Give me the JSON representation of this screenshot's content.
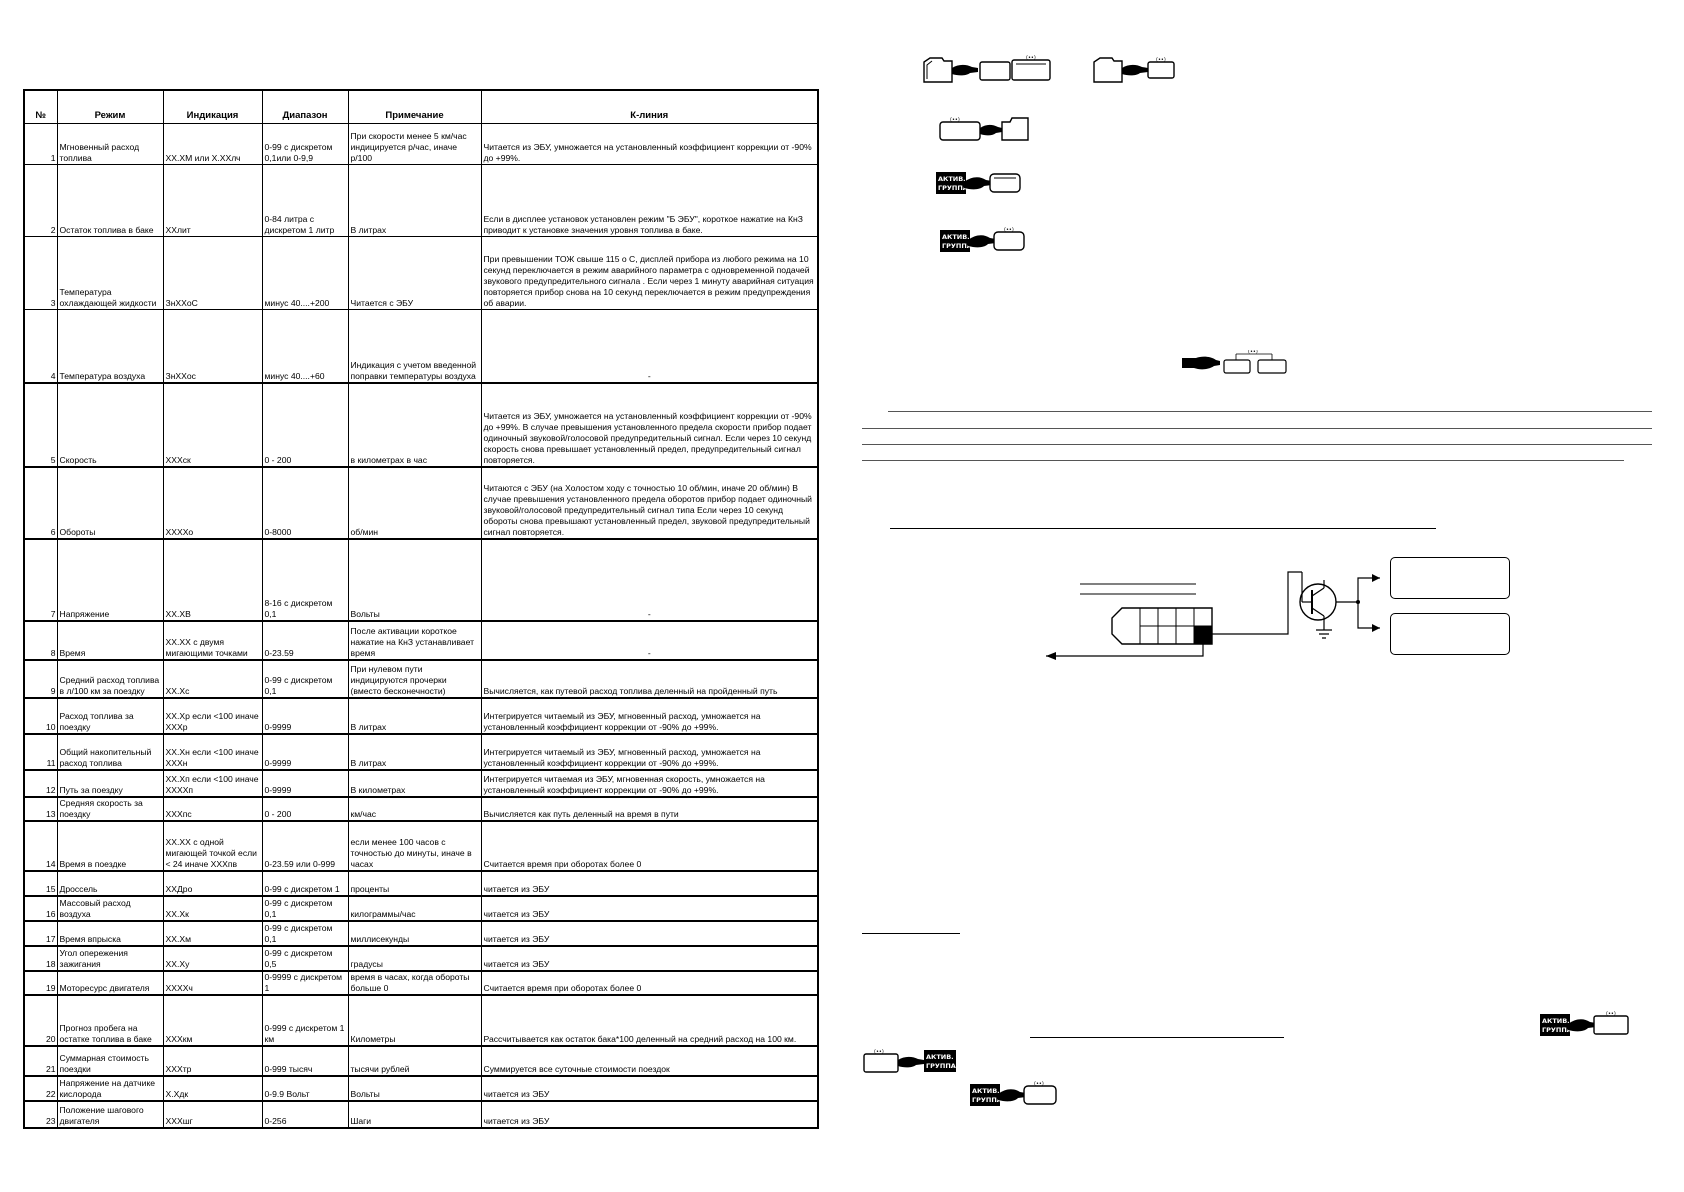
{
  "table": {
    "headers": [
      "№",
      "Режим",
      "Индикация",
      "Диапазон",
      "Примечание",
      "К-линия"
    ],
    "rows": [
      {
        "n": "1",
        "mode": "Мгновенный расход топлива",
        "ind": "XX.XМ или X.XXлч",
        "range": "0-99 с дискретом 0,1или 0-9,9",
        "note": "При скорости менее 5 км/час индицируется р/час, иначе р/100",
        "kline": "Читается из ЭБУ, умножается на установленный коэффициент коррекции от -90% до +99%."
      },
      {
        "n": "2",
        "mode": "Остаток топлива в баке",
        "ind": "XXлит",
        "range": "0-84 литра с дискретом 1 литр",
        "note": "В литрах",
        "kline": "Если в дисплее установок установлен режим \"Б ЭБУ\", короткое нажатие на КнЗ приводит к установке значения уровня топлива в баке."
      },
      {
        "n": "3",
        "mode": "Температура охлаждающей жидкости",
        "ind": "ЗнXXоС",
        "range": "минус 40....+200",
        "note": "Читается с ЭБУ",
        "kline": "При превышении ТОЖ свыше 115 о С, дисплей прибора из любого режима на 10 секунд переключается в режим аварийного параметра с одновременной подачей звукового предупредительного сигнала . Если через 1 минуту аварийная ситуация повторяется прибор снова на 10 секунд переключается в режим предупреждения об аварии."
      },
      {
        "n": "4",
        "mode": "Температура воздуха",
        "ind": "ЗнXXос",
        "range": "минус 40....+60",
        "note": "Индикация с учетом введенной поправки температуры воздуха",
        "kline": "-"
      },
      {
        "n": "5",
        "mode": "Скорость",
        "ind": "XXXск",
        "range": "0 - 200",
        "note": "в километрах в час",
        "kline": "Читается из ЭБУ, умножается на установленный коэффициент коррекции от -90% до +99%. В случае превышения установленного предела скорости прибор подает одиночный звуковой/голосовой предупредительный сигнал. Если через 10 секунд скорость снова превышает установленный предел, предупредительный сигнал повторяется."
      },
      {
        "n": "6",
        "mode": "Обороты",
        "ind": "XXXXо",
        "range": "0-8000",
        "note": "об/мин",
        "kline": "Читаются с ЭБУ (на Холостом ходу с точностью 10 об/мин, иначе 20 об/мин) В случае превышения установленного предела оборотов прибор подает одиночный звуковой/голосовой предупредительный сигнал типа Если через 10 секунд обороты снова превышают установленный предел, звуковой предупредительный сигнал повторяется."
      },
      {
        "n": "7",
        "mode": "Напряжение",
        "ind": "XX.XВ",
        "range": "8-16 с дискретом 0,1",
        "note": "Вольты",
        "kline": "-"
      },
      {
        "n": "8",
        "mode": "Время",
        "ind": "XX.XX с двумя мигающими точками",
        "range": "0-23.59",
        "note": "После активации короткое нажатие на КнЗ устанавливает время",
        "kline": "-"
      },
      {
        "n": "9",
        "mode": "Средний расход топлива в л/100 км за поездку",
        "ind": "XX.Xс",
        "range": "0-99 с дискретом 0,1",
        "note": "При нулевом пути индицируются прочерки (вместо бесконечности)",
        "kline": "Вычисляется, как путевой расход топлива деленный на пройденный путь"
      },
      {
        "n": "10",
        "mode": "Расход топлива за поездку",
        "ind": "XX.Xр если <100 иначе XXXр",
        "range": "0-9999",
        "note": "В литрах",
        "kline": "Интегрируется читаемый из ЭБУ, мгновенный расход, умножается на установленный коэффициент коррекции от -90% до +99%."
      },
      {
        "n": "11",
        "mode": "Общий накопительный расход топлива",
        "ind": "XX.Xн если <100 иначе XXXн",
        "range": "0-9999",
        "note": "В литрах",
        "kline": "Интегрируется читаемый из ЭБУ, мгновенный расход, умножается на установленный коэффициент коррекции от -90% до +99%."
      },
      {
        "n": "12",
        "mode": "Путь за поездку",
        "ind": "XX.Xп если <100 иначе XXXXп",
        "range": "0-9999",
        "note": "В километрах",
        "kline": "Интегрируется читаемая из ЭБУ, мгновенная скорость, умножается на установленный коэффициент коррекции от -90% до +99%."
      },
      {
        "n": "13",
        "mode": "Средняя скорость за поездку",
        "ind": "XXXпс",
        "range": "0 - 200",
        "note": "км/час",
        "kline": "Вычисляется как путь деленный на время в пути"
      },
      {
        "n": "14",
        "mode": "Время в поездке",
        "ind": "XX.XX с одной мигающей точкой если < 24 иначе XXXпв",
        "range": "0-23.59 или 0-999",
        "note": "если менее 100 часов с точностью до минуты, иначе в часах",
        "kline": "Считается время при оборотах более 0"
      },
      {
        "n": "15",
        "mode": "Дроссель",
        "ind": "XXДро",
        "range": "0-99 с дискретом 1",
        "note": "проценты",
        "kline": "читается из ЭБУ"
      },
      {
        "n": "16",
        "mode": "Массовый расход воздуха",
        "ind": "XX.Xк",
        "range": "0-99 с дискретом 0,1",
        "note": "килограммы/час",
        "kline": "читается из ЭБУ"
      },
      {
        "n": "17",
        "mode": "Время впрыска",
        "ind": "XX.Xм",
        "range": "0-99 с дискретом 0,1",
        "note": "миллисекунды",
        "kline": "читается из ЭБУ"
      },
      {
        "n": "18",
        "mode": "Угол опережения зажигания",
        "ind": "XX.Xу",
        "range": "0-99 с дискретом 0,5",
        "note": "градусы",
        "kline": "читается из ЭБУ"
      },
      {
        "n": "19",
        "mode": "Моторесурс двигателя",
        "ind": "XXXXч",
        "range": "0-9999 с дискретом 1",
        "note": "время в часах, когда обороты больше 0",
        "kline": "Считается время при оборотах более 0"
      },
      {
        "n": "20",
        "mode": "Прогноз пробега на остатке топлива в баке",
        "ind": "XXXкм",
        "range": "0-999 с дискретом 1 км",
        "note": "Километры",
        "kline": "Рассчитывается как остаток бака*100 деленный на средний расход на 100 км."
      },
      {
        "n": "21",
        "mode": "Суммарная стоимость поездки",
        "ind": "XXXтр",
        "range": "0-999 тысяч",
        "note": "тысячи рублей",
        "kline": "Суммируется все суточные стоимости поездок"
      },
      {
        "n": "22",
        "mode": "Напряжение на датчике кислорода",
        "ind": "X.Xдк",
        "range": "0-9.9 Вольт",
        "note": "Вольты",
        "kline": "читается из ЭБУ"
      },
      {
        "n": "23",
        "mode": "Положение шагового двигателя",
        "ind": "XXXшг",
        "range": "0-256",
        "note": "Шаги",
        "kline": "читается из ЭБУ"
      }
    ]
  },
  "buttons": {
    "aktiv_line1": "АКТИВ.",
    "aktiv_line2": "ГРУППА"
  }
}
